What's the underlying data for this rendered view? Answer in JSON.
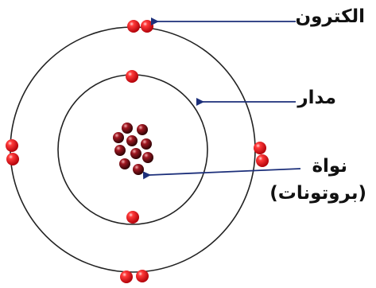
{
  "labels": {
    "electron": "الكترون",
    "orbit": "مدار",
    "nucleus": "نواة",
    "nucleus_sub": "(بروتونات)"
  },
  "colors": {
    "electron": "#e8121a",
    "proton": "#7a1018",
    "arrow": "#1c2f7a",
    "orbit": "#222222"
  },
  "counts": {
    "outer_electrons": 8,
    "inner_electrons": 2,
    "protons": 10
  }
}
